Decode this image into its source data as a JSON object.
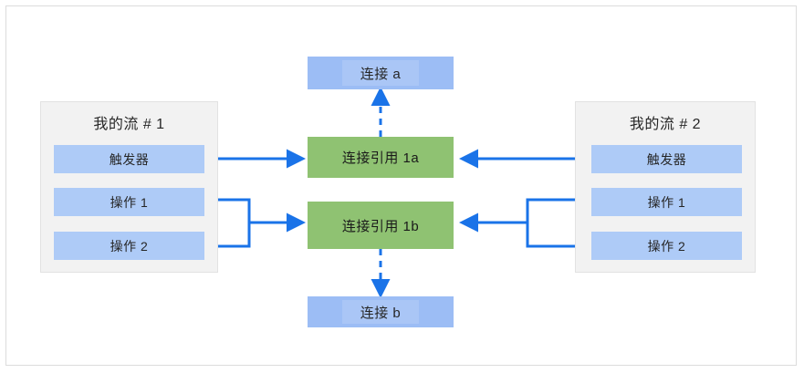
{
  "diagram": {
    "title": "Flow connection reference diagram",
    "colors": {
      "frame_border": "#dcdcdc",
      "flow_container_bg": "#f2f2f2",
      "flow_container_border": "#e2e2e2",
      "flow_item_bg": "#aecbf7",
      "connection_box_bg": "#9cbdf5",
      "reference_box_bg": "#8fc272",
      "arrow": "#1a73e8",
      "text": "#262626"
    }
  },
  "connections": {
    "top": {
      "label": "连接 a",
      "name": "connection-a"
    },
    "bottom": {
      "label": "连接 b",
      "name": "connection-b"
    }
  },
  "references": {
    "upper": {
      "label": "连接引用 1a",
      "name": "connection-reference-1a"
    },
    "lower": {
      "label": "连接引用 1b",
      "name": "connection-reference-1b"
    }
  },
  "flows": [
    {
      "name": "flow-1",
      "title": "我的流 # 1",
      "items": [
        {
          "name": "trigger",
          "label": "触发器"
        },
        {
          "name": "action-1",
          "label": "操作 1"
        },
        {
          "name": "action-2",
          "label": "操作 2"
        }
      ]
    },
    {
      "name": "flow-2",
      "title": "我的流 # 2",
      "items": [
        {
          "name": "trigger",
          "label": "触发器"
        },
        {
          "name": "action-1",
          "label": "操作 1"
        },
        {
          "name": "action-2",
          "label": "操作 2"
        }
      ]
    }
  ]
}
